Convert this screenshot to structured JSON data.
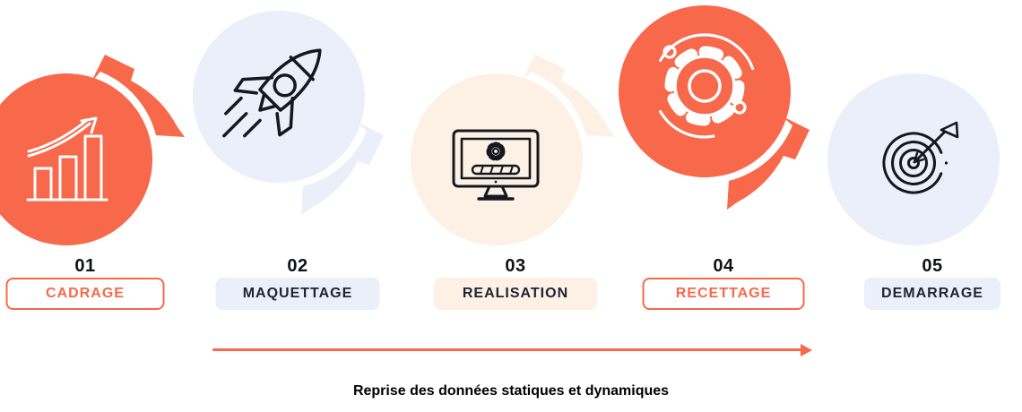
{
  "title": "Project phases process diagram",
  "steps": [
    {
      "number": "01",
      "label": "CADRAGE",
      "icon": "bar-chart-growth-icon",
      "circle_color": "#F8684B",
      "badge_style": "orange-outline",
      "swoosh": "top-right"
    },
    {
      "number": "02",
      "label": "MAQUETTAGE",
      "icon": "rocket-icon",
      "circle_color": "#EAEFF9",
      "badge_style": "blue-filled",
      "swoosh": "bottom-right"
    },
    {
      "number": "03",
      "label": "REALISATION",
      "icon": "monitor-gear-icon",
      "circle_color": "#FDF0E5",
      "badge_style": "cream-filled",
      "swoosh": "top-right"
    },
    {
      "number": "04",
      "label": "RECETTAGE",
      "icon": "gear-sync-icon",
      "circle_color": "#F8684B",
      "badge_style": "orange-outline",
      "swoosh": "bottom-right"
    },
    {
      "number": "05",
      "label": "DEMARRAGE",
      "icon": "target-arrow-icon",
      "circle_color": "#EAEFF9",
      "badge_style": "blue-filled",
      "swoosh": "none"
    }
  ],
  "timeline": {
    "caption": "Reprise des données statiques et dynamiques",
    "arrow_color": "#F8684B",
    "spans_steps": "02 → 04"
  },
  "colors": {
    "accent_orange": "#F8684B",
    "light_blue": "#EAEFF9",
    "light_cream": "#FDF0E5",
    "dark_text": "#1D2433"
  }
}
